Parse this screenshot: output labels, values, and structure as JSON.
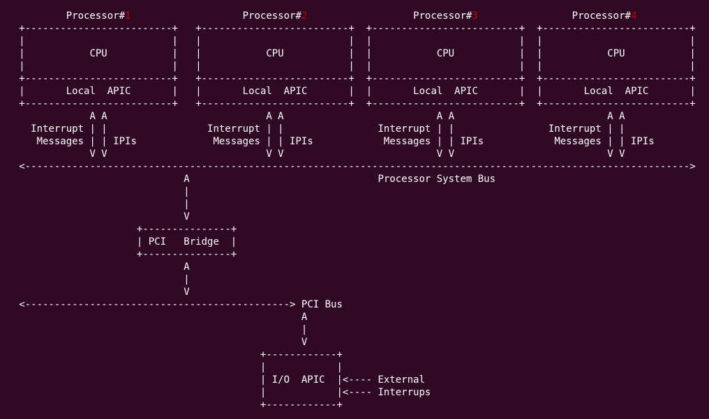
{
  "colors": {
    "background": "#300A24",
    "foreground": "#FFFFFF",
    "red": "#CC0000"
  },
  "components": {
    "processors": [
      "Processor#1",
      "Processor#2",
      "Processor#3",
      "Processor#4"
    ],
    "processor_numbers": [
      "1",
      "2",
      "3",
      "4"
    ],
    "processor_box_labels": [
      "CPU",
      "Local APIC"
    ],
    "arrow_labels": [
      "Interrupt Messages",
      "IPIs"
    ],
    "buses": [
      "Processor System Bus",
      "PCI Bus"
    ],
    "bridge_label": "PCI Bridge",
    "io_apic_label": "I/O APIC",
    "external_interrupt_labels": [
      "External",
      "Interrups"
    ]
  },
  "diagram": {
    "lines": [
      [
        {
          "sp": 11
        },
        "Processor#",
        {
          "text": "1",
          "color": "red"
        },
        {
          "sp": 19
        },
        "Processor#",
        {
          "text": "2",
          "color": "red"
        },
        {
          "sp": 18
        },
        "Processor#",
        {
          "text": "3",
          "color": "red"
        },
        {
          "sp": 16
        },
        "Processor#",
        {
          "text": "4",
          "color": "red"
        }
      ],
      [
        {
          "sp": 3
        },
        "+",
        {
          "dash": 25
        },
        "+",
        {
          "sp": 3
        },
        "+",
        {
          "dash": 25
        },
        "+",
        {
          "sp": 2
        },
        "+",
        {
          "dash": 25
        },
        "+",
        {
          "sp": 2
        },
        "+",
        {
          "dash": 25
        },
        "+"
      ],
      [
        {
          "sp": 3
        },
        "|",
        {
          "sp": 25
        },
        "|",
        {
          "sp": 3
        },
        "|",
        {
          "sp": 25
        },
        "|",
        {
          "sp": 2
        },
        "|",
        {
          "sp": 25
        },
        "|",
        {
          "sp": 2
        },
        "|",
        {
          "sp": 25
        },
        "|"
      ],
      [
        {
          "sp": 3
        },
        "|",
        {
          "sp": 11
        },
        "CPU",
        {
          "sp": 11
        },
        "|",
        {
          "sp": 3
        },
        "|",
        {
          "sp": 11
        },
        "CPU",
        {
          "sp": 11
        },
        "|",
        {
          "sp": 2
        },
        "|",
        {
          "sp": 11
        },
        "CPU",
        {
          "sp": 11
        },
        "|",
        {
          "sp": 2
        },
        "|",
        {
          "sp": 11
        },
        "CPU",
        {
          "sp": 11
        },
        "|"
      ],
      [
        {
          "sp": 3
        },
        "|",
        {
          "sp": 25
        },
        "|",
        {
          "sp": 3
        },
        "|",
        {
          "sp": 25
        },
        "|",
        {
          "sp": 2
        },
        "|",
        {
          "sp": 25
        },
        "|",
        {
          "sp": 2
        },
        "|",
        {
          "sp": 25
        },
        "|"
      ],
      [
        {
          "sp": 3
        },
        "+",
        {
          "dash": 25
        },
        "+",
        {
          "sp": 3
        },
        "+",
        {
          "dash": 25
        },
        "+",
        {
          "sp": 2
        },
        "+",
        {
          "dash": 25
        },
        "+",
        {
          "sp": 2
        },
        "+",
        {
          "dash": 25
        },
        "+"
      ],
      [
        {
          "sp": 3
        },
        "|",
        {
          "sp": 7
        },
        "Local  APIC",
        {
          "sp": 7
        },
        "|",
        {
          "sp": 3
        },
        "|",
        {
          "sp": 7
        },
        "Local  APIC",
        {
          "sp": 7
        },
        "|",
        {
          "sp": 2
        },
        "|",
        {
          "sp": 7
        },
        "Local  APIC",
        {
          "sp": 7
        },
        "|",
        {
          "sp": 2
        },
        "|",
        {
          "sp": 7
        },
        "Local  APIC",
        {
          "sp": 7
        },
        "|"
      ],
      [
        {
          "sp": 3
        },
        "+",
        {
          "dash": 25
        },
        "+",
        {
          "sp": 3
        },
        "+",
        {
          "dash": 25
        },
        "+",
        {
          "sp": 2
        },
        "+",
        {
          "dash": 25
        },
        "+",
        {
          "sp": 2
        },
        "+",
        {
          "dash": 25
        },
        "+"
      ],
      [
        {
          "sp": 15
        },
        "A A",
        {
          "sp": 27
        },
        "A A",
        {
          "sp": 26
        },
        "A A",
        {
          "sp": 26
        },
        "A A"
      ],
      [
        {
          "sp": 5
        },
        "Interrupt | |",
        {
          "sp": 17
        },
        "Interrupt | |",
        {
          "sp": 16
        },
        "Interrupt | |",
        {
          "sp": 16
        },
        "Interrupt | |"
      ],
      [
        {
          "sp": 6
        },
        "Messages | | IPIs",
        {
          "sp": 13
        },
        "Messages | | IPIs",
        {
          "sp": 12
        },
        "Messages | | IPIs",
        {
          "sp": 12
        },
        "Messages | | IPIs"
      ],
      [
        {
          "sp": 15
        },
        "V V",
        {
          "sp": 27
        },
        "V V",
        {
          "sp": 26
        },
        "V V",
        {
          "sp": 26
        },
        "V V"
      ],
      [
        {
          "sp": 3
        },
        "<",
        {
          "dash": 113
        },
        ">"
      ],
      [
        {
          "sp": 31
        },
        "A",
        {
          "sp": 32
        },
        "Processor System Bus"
      ],
      [
        {
          "sp": 31
        },
        "|"
      ],
      [
        {
          "sp": 31
        },
        "|"
      ],
      [
        {
          "sp": 31
        },
        "V"
      ],
      [
        {
          "sp": 23
        },
        "+",
        {
          "dash": 15
        },
        "+"
      ],
      [
        {
          "sp": 23
        },
        "| PCI   Bridge  |"
      ],
      [
        {
          "sp": 23
        },
        "+",
        {
          "dash": 15
        },
        "+"
      ],
      [
        {
          "sp": 31
        },
        "A"
      ],
      [
        {
          "sp": 31
        },
        "|"
      ],
      [
        {
          "sp": 31
        },
        "V"
      ],
      [
        {
          "sp": 3
        },
        "<",
        {
          "dash": 45
        },
        "> PCI Bus"
      ],
      [
        {
          "sp": 51
        },
        "A"
      ],
      [
        {
          "sp": 51
        },
        "|"
      ],
      [
        {
          "sp": 51
        },
        "V"
      ],
      [
        {
          "sp": 44
        },
        "+",
        {
          "dash": 12
        },
        "+"
      ],
      [
        {
          "sp": 44
        },
        "|",
        {
          "sp": 12
        },
        "|"
      ],
      [
        {
          "sp": 44
        },
        "| I/O  APIC  |<---- External"
      ],
      [
        {
          "sp": 44
        },
        "|",
        {
          "sp": 12
        },
        "|<---- Interrups"
      ],
      [
        {
          "sp": 44
        },
        "+",
        {
          "dash": 12
        },
        "+"
      ]
    ]
  }
}
